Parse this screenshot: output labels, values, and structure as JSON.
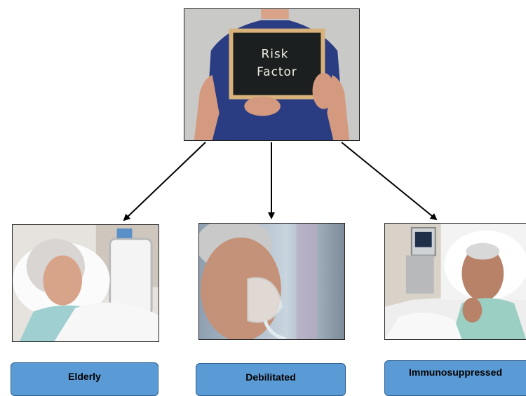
{
  "top": {
    "sign_line1": "Risk",
    "sign_line2": "Factor"
  },
  "categories": [
    {
      "label": "Elderly"
    },
    {
      "label": "Debilitated"
    },
    {
      "label": "Immunosuppressed"
    }
  ],
  "colors": {
    "box_fill": "#5b9bd5",
    "box_border": "#2e5f8f",
    "arrow": "#000000"
  }
}
